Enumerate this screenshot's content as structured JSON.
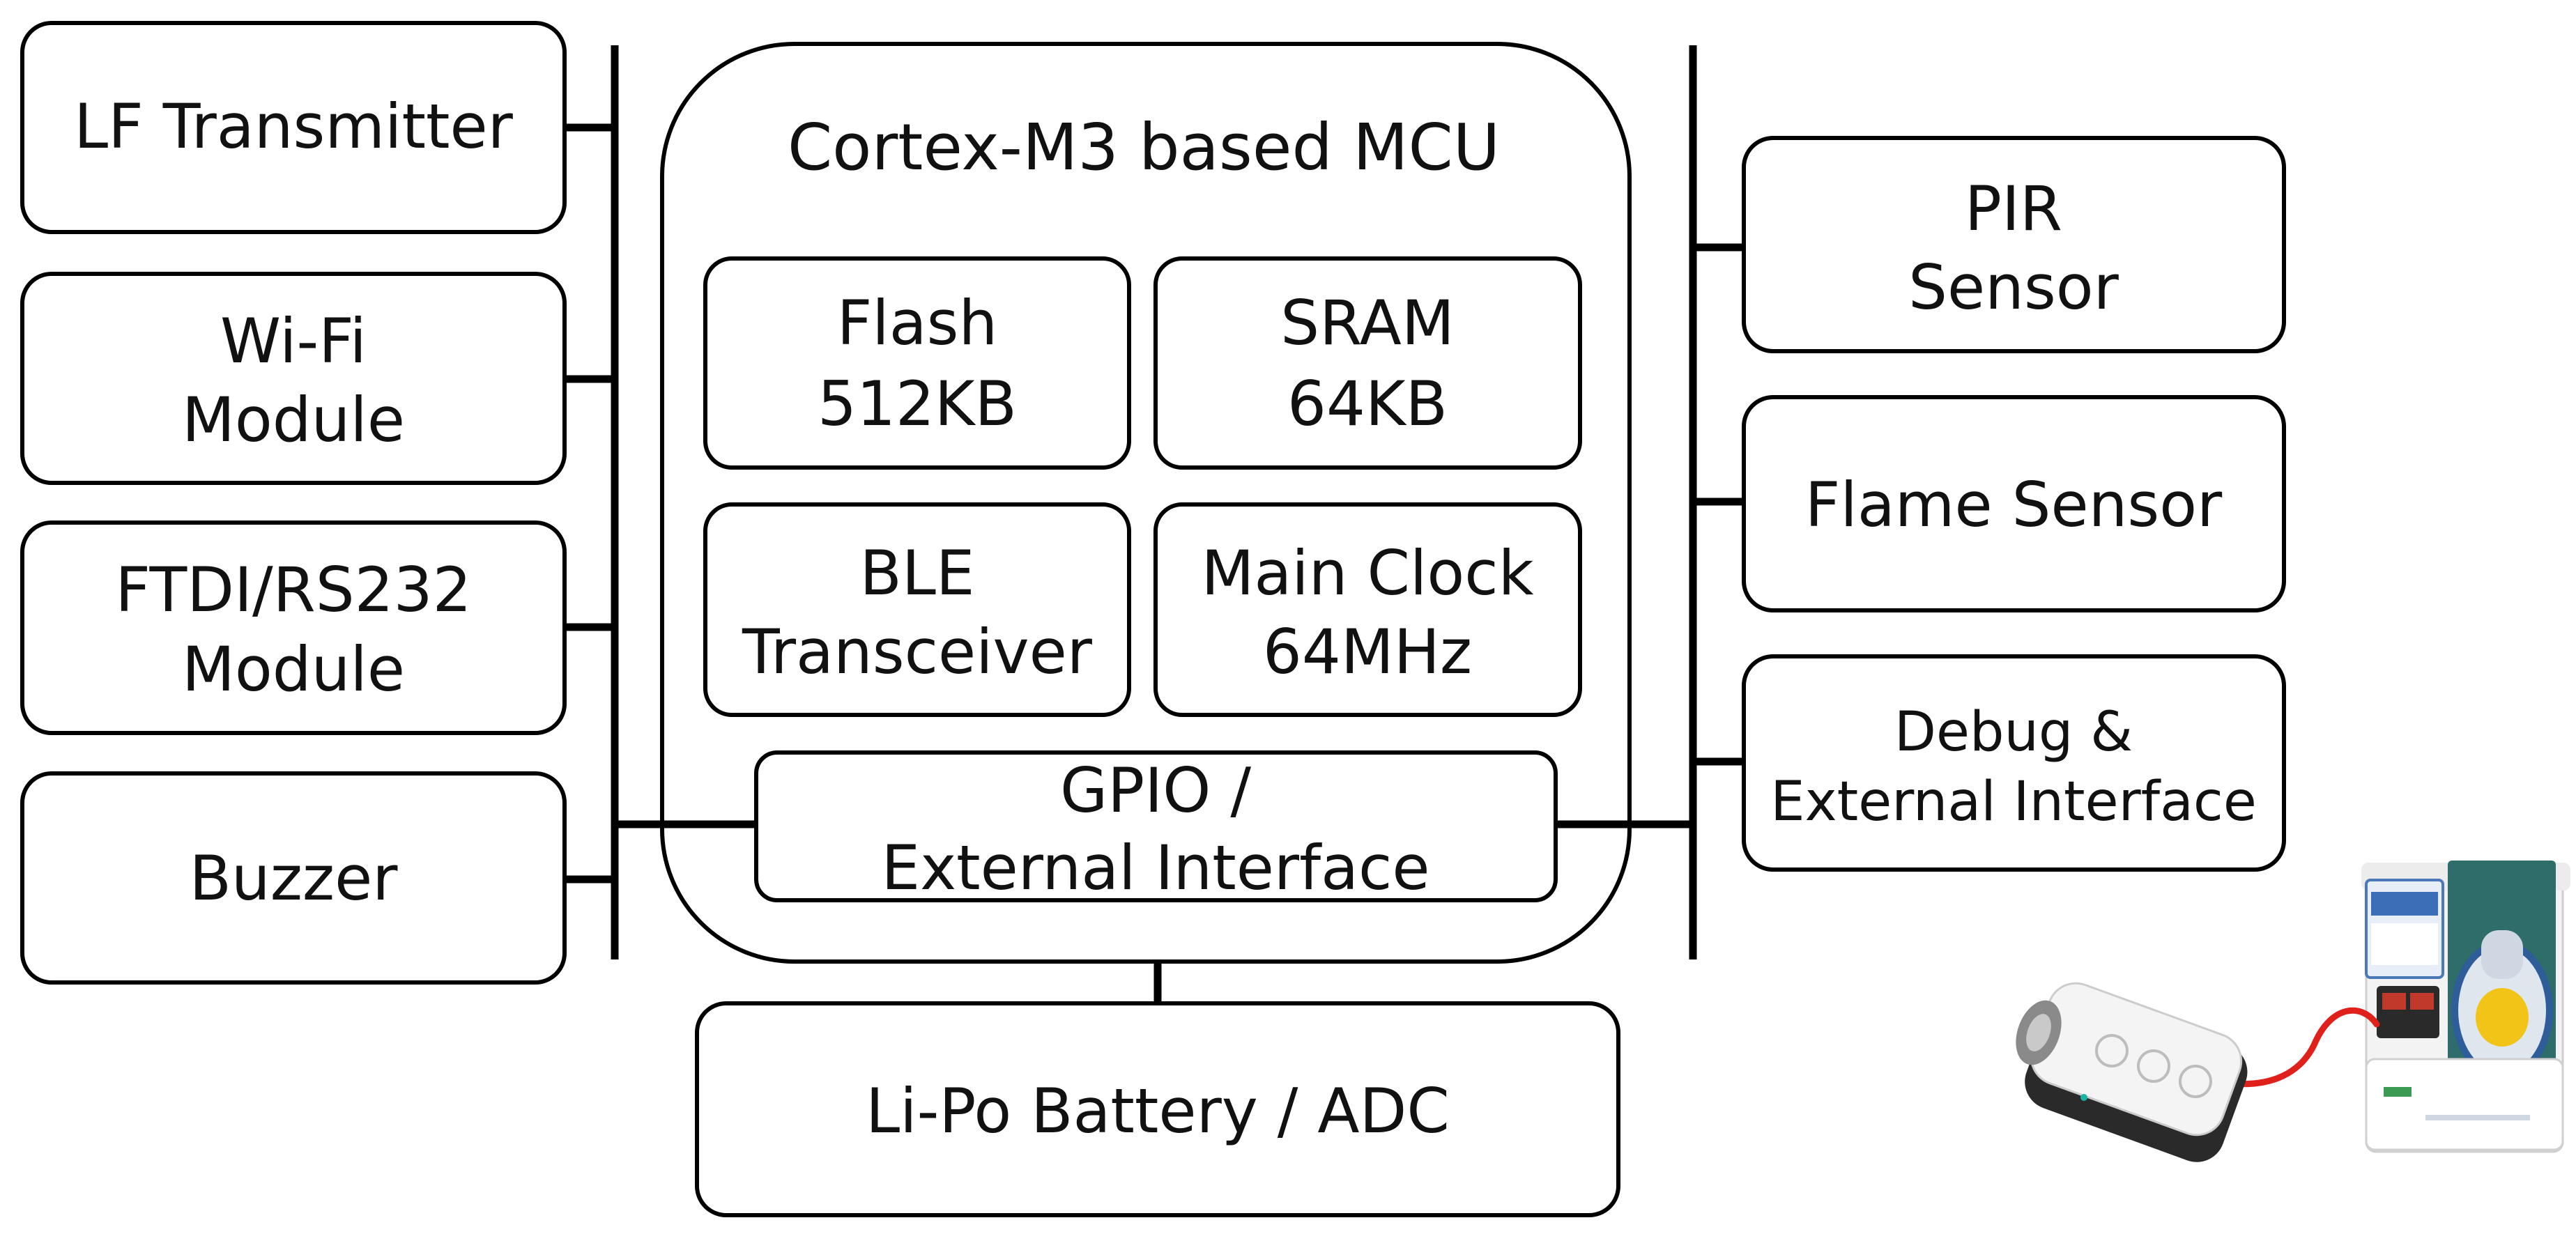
{
  "mcu": {
    "title": "Cortex-M3  based MCU",
    "blocks": {
      "flash": [
        "Flash",
        "512KB"
      ],
      "sram": [
        "SRAM",
        "64KB"
      ],
      "ble": [
        "BLE",
        "Transceiver"
      ],
      "clock": [
        "Main Clock",
        "64MHz"
      ],
      "gpio": [
        "GPIO /",
        "External Interface"
      ]
    }
  },
  "left_peripherals": [
    [
      "LF Transmitter"
    ],
    [
      "Wi-Fi",
      "Module"
    ],
    [
      "FTDI/RS232",
      "Module"
    ],
    [
      "Buzzer"
    ]
  ],
  "right_peripherals": [
    [
      "PIR",
      "Sensor"
    ],
    [
      "Flame  Sensor"
    ],
    [
      "Debug &",
      "External Interface"
    ]
  ],
  "battery": "Li-Po Battery / ADC",
  "photo": {
    "description_icon": "device-photo",
    "cable_color": "#e0201b",
    "device_color": "#2a2a2a",
    "panel_color": "#2e6d6a"
  }
}
